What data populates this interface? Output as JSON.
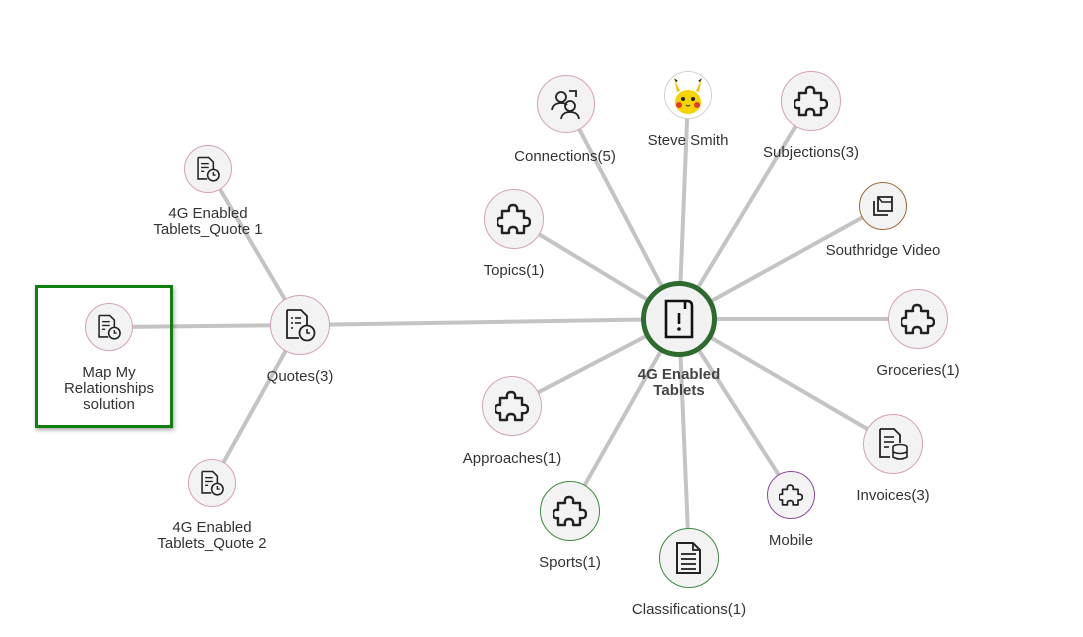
{
  "center": {
    "label_line1": "4G Enabled",
    "label_line2": "Tablets"
  },
  "quotes": {
    "label": "Quotes(3)"
  },
  "quote1": {
    "label_line1": "4G Enabled",
    "label_line2": "Tablets_Quote 1"
  },
  "quote2": {
    "label_line1": "4G Enabled",
    "label_line2": "Tablets_Quote 2"
  },
  "solution": {
    "label_line1": "Map My",
    "label_line2": "Relationships",
    "label_line3": "solution"
  },
  "connections": {
    "label": "Connections(5)"
  },
  "owner": {
    "label": "Steve Smith"
  },
  "subjections": {
    "label": "Subjections(3)"
  },
  "topics": {
    "label": "Topics(1)"
  },
  "video": {
    "label": "Southridge Video"
  },
  "groceries": {
    "label": "Groceries(1)"
  },
  "approaches": {
    "label": "Approaches(1)"
  },
  "invoices": {
    "label": "Invoices(3)"
  },
  "mobile": {
    "label": "Mobile"
  },
  "sports": {
    "label": "Sports(1)"
  },
  "classifications": {
    "label": "Classifications(1)"
  },
  "colors": {
    "edge": "#c4c4c4",
    "center_border": "#2e6b2e",
    "highlight": "#118011",
    "node_border": "#d4a0bd"
  }
}
